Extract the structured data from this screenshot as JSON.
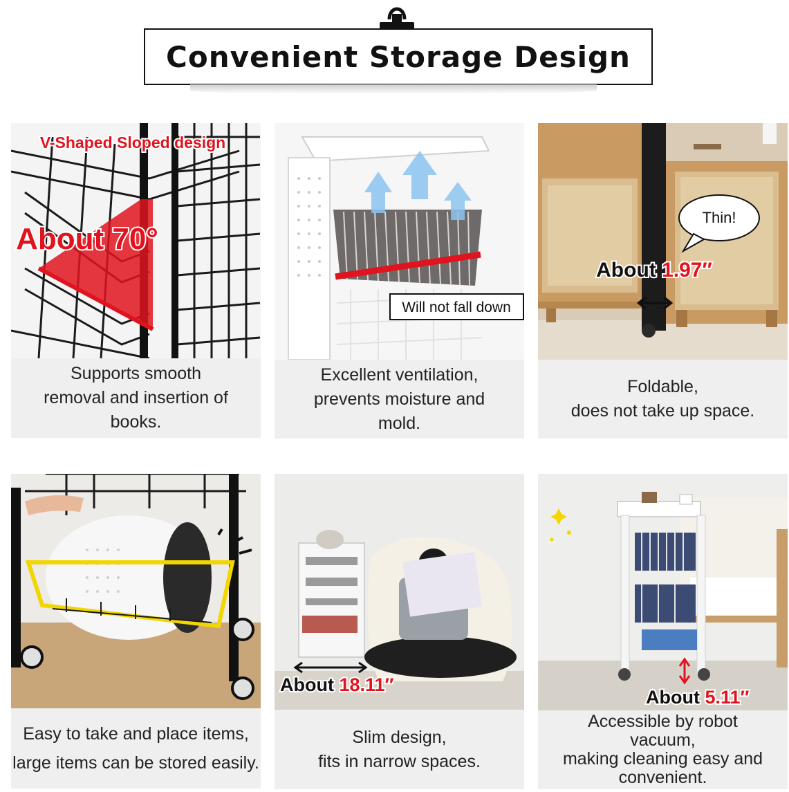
{
  "header": {
    "title": "Convenient Storage Design",
    "clip_icon": "binder-clip-icon"
  },
  "cards": [
    {
      "callout_top": "V-Shaped Sloped design",
      "callout_angle": "About 70°",
      "caption_lines": [
        "Supports smooth",
        "removal and insertion of",
        "books."
      ]
    },
    {
      "callout_box": "Will not fall down",
      "caption_lines": [
        "Excellent ventilation,",
        "prevents moisture and",
        "mold."
      ]
    },
    {
      "bubble": "Thin!",
      "measure_prefix": "About ",
      "measure_value": "1.97″",
      "caption_lines": [
        "Foldable,",
        "does not take up space."
      ]
    },
    {
      "caption_lines": [
        "Easy to take and place items,",
        "large items can be stored easily."
      ]
    },
    {
      "measure_prefix": "About ",
      "measure_value": "18.11″",
      "caption_lines": [
        "Slim design,",
        "fits in narrow spaces."
      ]
    },
    {
      "measure_prefix": "About ",
      "measure_value": "5.11″",
      "caption_lines": [
        "Accessible by robot",
        "vacuum,",
        "making cleaning easy and",
        "convenient."
      ]
    }
  ],
  "colors": {
    "accent_red": "#e0141e",
    "callout_yellow": "#f2d600",
    "caption_bg": "#efefef"
  }
}
